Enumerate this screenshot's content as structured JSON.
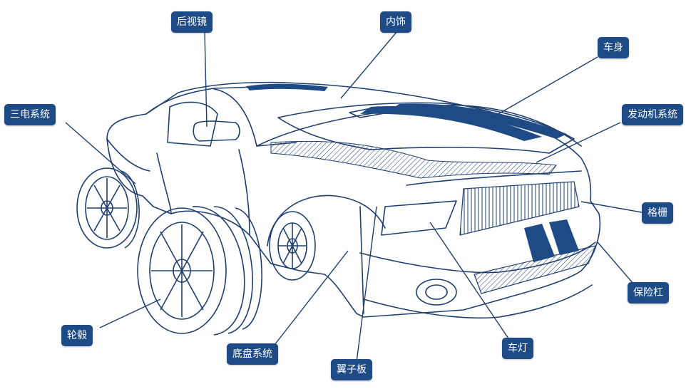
{
  "colors": {
    "accent": "#1e4b86",
    "line": "#1e3f70",
    "background": "#ffffff"
  },
  "labels": {
    "mirror": "后视镜",
    "interior": "内饰",
    "body": "车身",
    "three_electric": "三电系统",
    "engine": "发动机系统",
    "grille": "格栅",
    "bumper": "保险杠",
    "wheel_hub": "轮毂",
    "chassis": "底盘系统",
    "fender": "翼子板",
    "headlight": "车灯"
  }
}
